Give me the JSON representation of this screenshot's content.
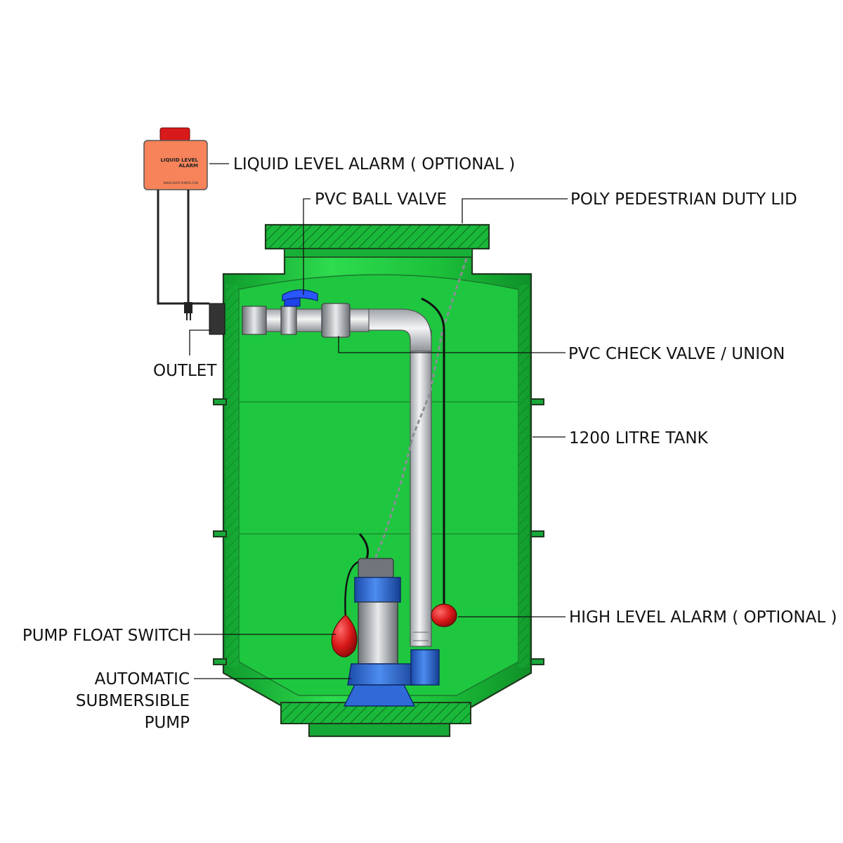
{
  "labels": {
    "liquid_level_alarm": "LIQUID LEVEL ALARM ( OPTIONAL )",
    "pvc_ball_valve": "PVC BALL VALVE",
    "lid": "POLY PEDESTRIAN DUTY LID",
    "outlet": "OUTLET",
    "check_valve": "PVC CHECK VALVE / UNION",
    "tank": "1200 LITRE TANK",
    "high_level_alarm": "HIGH LEVEL ALARM ( OPTIONAL )",
    "float_switch": "PUMP FLOAT SWITCH",
    "pump_line1": "AUTOMATIC",
    "pump_line2": "SUBMERSIBLE",
    "pump_line3": "PUMP"
  },
  "alarm_box": {
    "line1": "LIQUID LEVEL",
    "line2": "ALARM",
    "footer": "WWW.SHOP-PUMPS.COM"
  },
  "colors": {
    "tank_green": "#1fbf3c",
    "tank_dark": "#118a2a",
    "alarm_orange": "#f7835a",
    "alarm_red": "#d91a1a",
    "pump_blue": "#2563c9",
    "valve_blue": "#1f3fe0",
    "pipe_grey": "#cfd2d6"
  }
}
